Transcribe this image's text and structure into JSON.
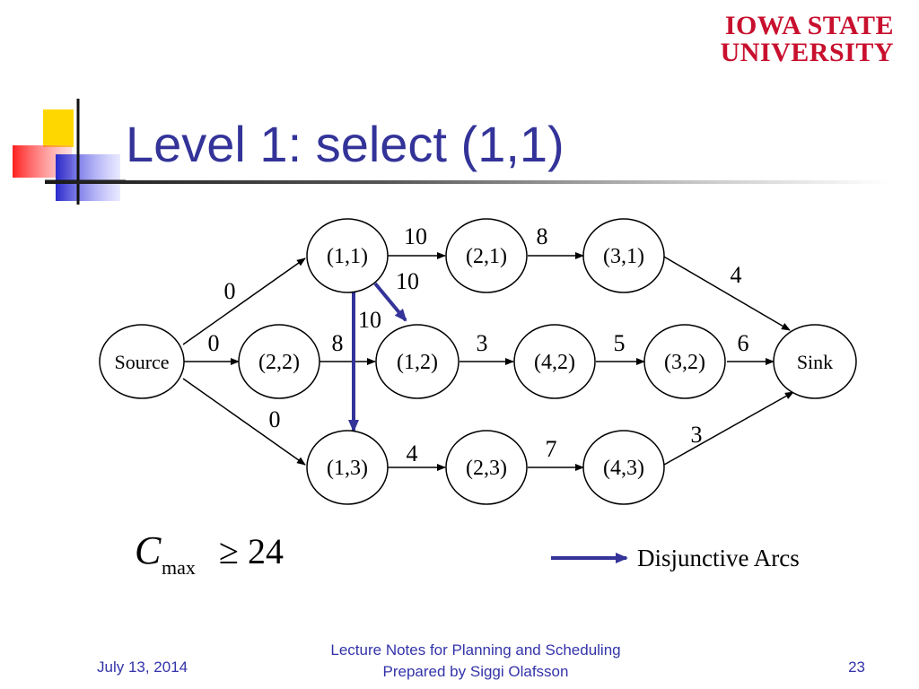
{
  "logo": {
    "line1": "IOWA STATE",
    "line2": "UNIVERSITY"
  },
  "title": "Level 1: select (1,1)",
  "nodes": {
    "n11": "(1,1)",
    "n21": "(2,1)",
    "n31": "(3,1)",
    "source": "Source",
    "n22": "(2,2)",
    "n12": "(1,2)",
    "n42": "(4,2)",
    "n32": "(3,2)",
    "sink": "Sink",
    "n13": "(1,3)",
    "n23": "(2,3)",
    "n43": "(4,3)"
  },
  "weights": {
    "src_11": "0",
    "src_22": "0",
    "src_13": "0",
    "w11_21": "10",
    "w21_31": "8",
    "w31_sink": "4",
    "w11_12_disj": "10",
    "w11_13_disj": "10",
    "w22_12": "8",
    "w12_42": "3",
    "w42_32": "5",
    "w32_sink": "6",
    "w13_23": "4",
    "w23_43": "7",
    "w43_sink": "3"
  },
  "formula": {
    "symbol": "C",
    "subscript": "max",
    "relation": "≥ 24"
  },
  "legend": {
    "label": "Disjunctive Arcs"
  },
  "colors": {
    "title": "#333399",
    "disjunctive": "#333399",
    "logo": "#c8102e",
    "footer": "#3333aa"
  },
  "footer": {
    "date": "July 13, 2014",
    "line1": "Lecture Notes for Planning and Scheduling",
    "line2": "Prepared by Siggi Olafsson",
    "page": "23"
  }
}
